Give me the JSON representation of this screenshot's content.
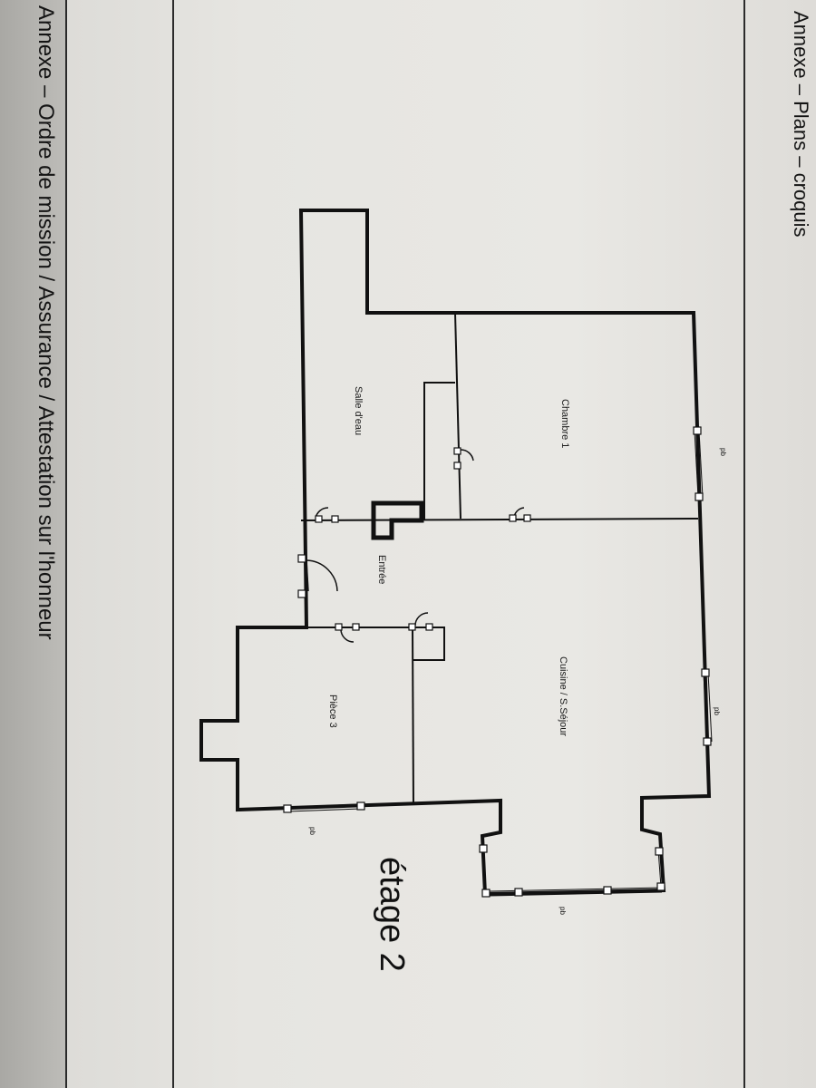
{
  "header": {
    "title": "Annexe – Plans – croquis"
  },
  "footer": {
    "title": "Annexe – Ordre de mission / Assurance / Attestation sur l'honneur"
  },
  "plan": {
    "floor": "étage 2",
    "rooms": {
      "chambre": "Chambre 1",
      "salle_eau": "Salle d'eau",
      "entree": "Entrée",
      "cuisine": "Cuisine / S.Séjour",
      "piece3": "Pièce 3"
    },
    "markers": {
      "pb1": "pb",
      "pb2": "pb",
      "pb3": "pb",
      "pb4": "pb"
    }
  }
}
